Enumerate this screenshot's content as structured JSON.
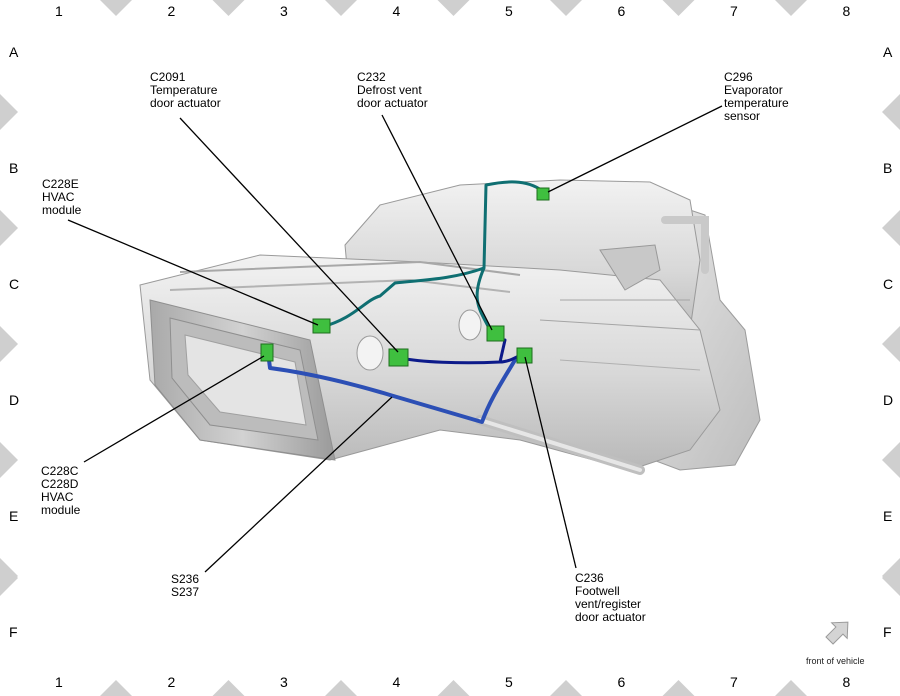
{
  "grid": {
    "columns": [
      "1",
      "2",
      "3",
      "4",
      "5",
      "6",
      "7",
      "8"
    ],
    "rows": [
      "A",
      "B",
      "C",
      "D",
      "E",
      "F"
    ]
  },
  "callouts": {
    "c2091": "C2091\nTemperature\ndoor actuator",
    "c232": "C232\nDefrost vent\ndoor actuator",
    "c296": "C296\nEvaporator\ntemperature\nsensor",
    "c228e": "C228E\nHVAC\nmodule",
    "c228c": "C228C\nC228D\nHVAC\nmodule",
    "s236": "S236\nS237",
    "c236": "C236\nFootwell\nvent/register\ndoor actuator"
  },
  "orientation": {
    "label": "front of vehicle",
    "icon": "arrow-up-right-icon"
  },
  "colors": {
    "wire_teal": "#0f6f72",
    "wire_blue": "#2c4fb5",
    "wire_dark_blue": "#0c1a8a",
    "connector_green": "#3fbf3f",
    "housing_gray": "#d9d9d9",
    "marker_gray": "#cfcfcf"
  }
}
